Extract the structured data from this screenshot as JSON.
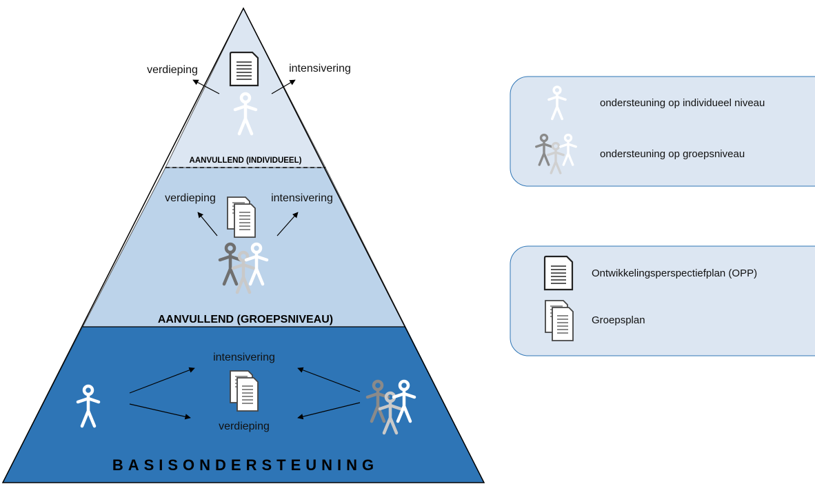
{
  "pyramid": {
    "top": {
      "title": "AANVULLEND (INDIVIDUEEL)",
      "left_label": "verdieping",
      "right_label": "intensivering",
      "fill": "#dce6f2"
    },
    "middle": {
      "title": "AANVULLEND (GROEPSNIVEAU)",
      "left_label": "verdieping",
      "right_label": "intensivering",
      "fill": "#bcd3ea"
    },
    "base": {
      "title": "BASISONDERSTEUNING",
      "top_label": "intensivering",
      "bottom_label": "verdieping",
      "fill": "#2e75b6"
    }
  },
  "legend": {
    "people": {
      "individual": "ondersteuning op individueel niveau",
      "group": "ondersteuning op groepsniveau"
    },
    "documents": {
      "opp": "Ontwikkelingsperspectiefplan (OPP)",
      "groepsplan": "Groepsplan"
    },
    "fill": "#dce6f2",
    "border": "#2e75b6"
  },
  "icons": {
    "person": "stick-figure-icon",
    "group": "group-figures-icon",
    "document": "document-icon",
    "stacked_documents": "stacked-documents-icon"
  }
}
